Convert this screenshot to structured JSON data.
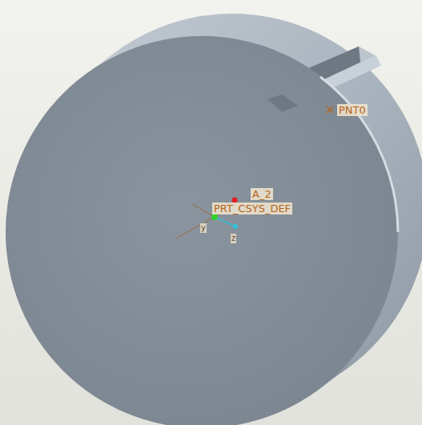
{
  "diagram": {
    "labels": [
      "PNT0",
      "A_2",
      "PRT_CSYS_DEF",
      "y",
      "z"
    ]
  }
}
